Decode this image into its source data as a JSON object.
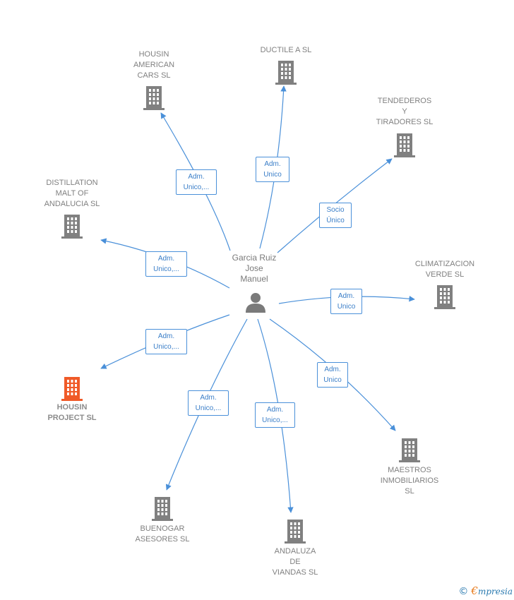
{
  "colors": {
    "edge": "#4a90d9",
    "node": "#808080",
    "highlight": "#f05a28",
    "person": "#7a7a7a"
  },
  "person": {
    "lines": [
      "Garcia Ruiz",
      "Jose",
      "Manuel"
    ],
    "icon": "person-icon"
  },
  "companies": [
    {
      "id": "housin-american",
      "lines": [
        "HOUSIN",
        "AMERICAN",
        "CARS  SL"
      ],
      "icon": "building-icon",
      "highlight": false,
      "label": [
        "Adm.",
        "Unico,..."
      ]
    },
    {
      "id": "ductile",
      "lines": [
        "DUCTILE A SL"
      ],
      "icon": "building-icon",
      "highlight": false,
      "label": [
        "Adm.",
        "Unico"
      ]
    },
    {
      "id": "tendederos",
      "lines": [
        "TENDEDEROS",
        "Y",
        "TIRADORES SL"
      ],
      "icon": "building-icon",
      "highlight": false,
      "label": [
        "Socio",
        "Único"
      ]
    },
    {
      "id": "distillation",
      "lines": [
        "DISTILLATION",
        "MALT OF",
        "ANDALUCIA  SL"
      ],
      "icon": "building-icon",
      "highlight": false,
      "label": [
        "Adm.",
        "Unico,..."
      ]
    },
    {
      "id": "climatizacion",
      "lines": [
        "CLIMATIZACION",
        "VERDE  SL"
      ],
      "icon": "building-icon",
      "highlight": false,
      "label": [
        "Adm.",
        "Unico"
      ]
    },
    {
      "id": "housin-project",
      "lines": [
        "HOUSIN",
        "PROJECT  SL"
      ],
      "icon": "building-icon",
      "highlight": true,
      "label": [
        "Adm.",
        "Unico,..."
      ]
    },
    {
      "id": "maestros",
      "lines": [
        "MAESTROS",
        "INMOBILIARIOS",
        "SL"
      ],
      "icon": "building-icon",
      "highlight": false,
      "label": [
        "Adm.",
        "Unico"
      ]
    },
    {
      "id": "buenogar",
      "lines": [
        "BUENOGAR",
        "ASESORES  SL"
      ],
      "icon": "building-icon",
      "highlight": false,
      "label": [
        "Adm.",
        "Unico,..."
      ]
    },
    {
      "id": "andaluza",
      "lines": [
        "ANDALUZA",
        "DE",
        "VIANDAS  SL"
      ],
      "icon": "building-icon",
      "highlight": false,
      "label": [
        "Adm.",
        "Unico,..."
      ]
    }
  ],
  "footer": {
    "copyright": "©",
    "brand_first": "€",
    "brand_rest": "mpresia"
  }
}
